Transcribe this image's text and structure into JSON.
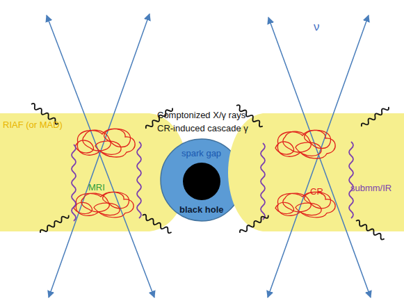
{
  "diagram": {
    "nodes": [
      {
        "text": [
          "RIAF (or MAD)",
          "MRI"
        ]
      },
      {
        "text": [
          "spark gap",
          "black hole"
        ]
      },
      {
        "text": [
          "CR",
          "submm/IR"
        ]
      }
    ],
    "labels": [
      "Comptonized X/γ rays",
      "CR-induced cascade γ",
      "ν"
    ]
  }
}
